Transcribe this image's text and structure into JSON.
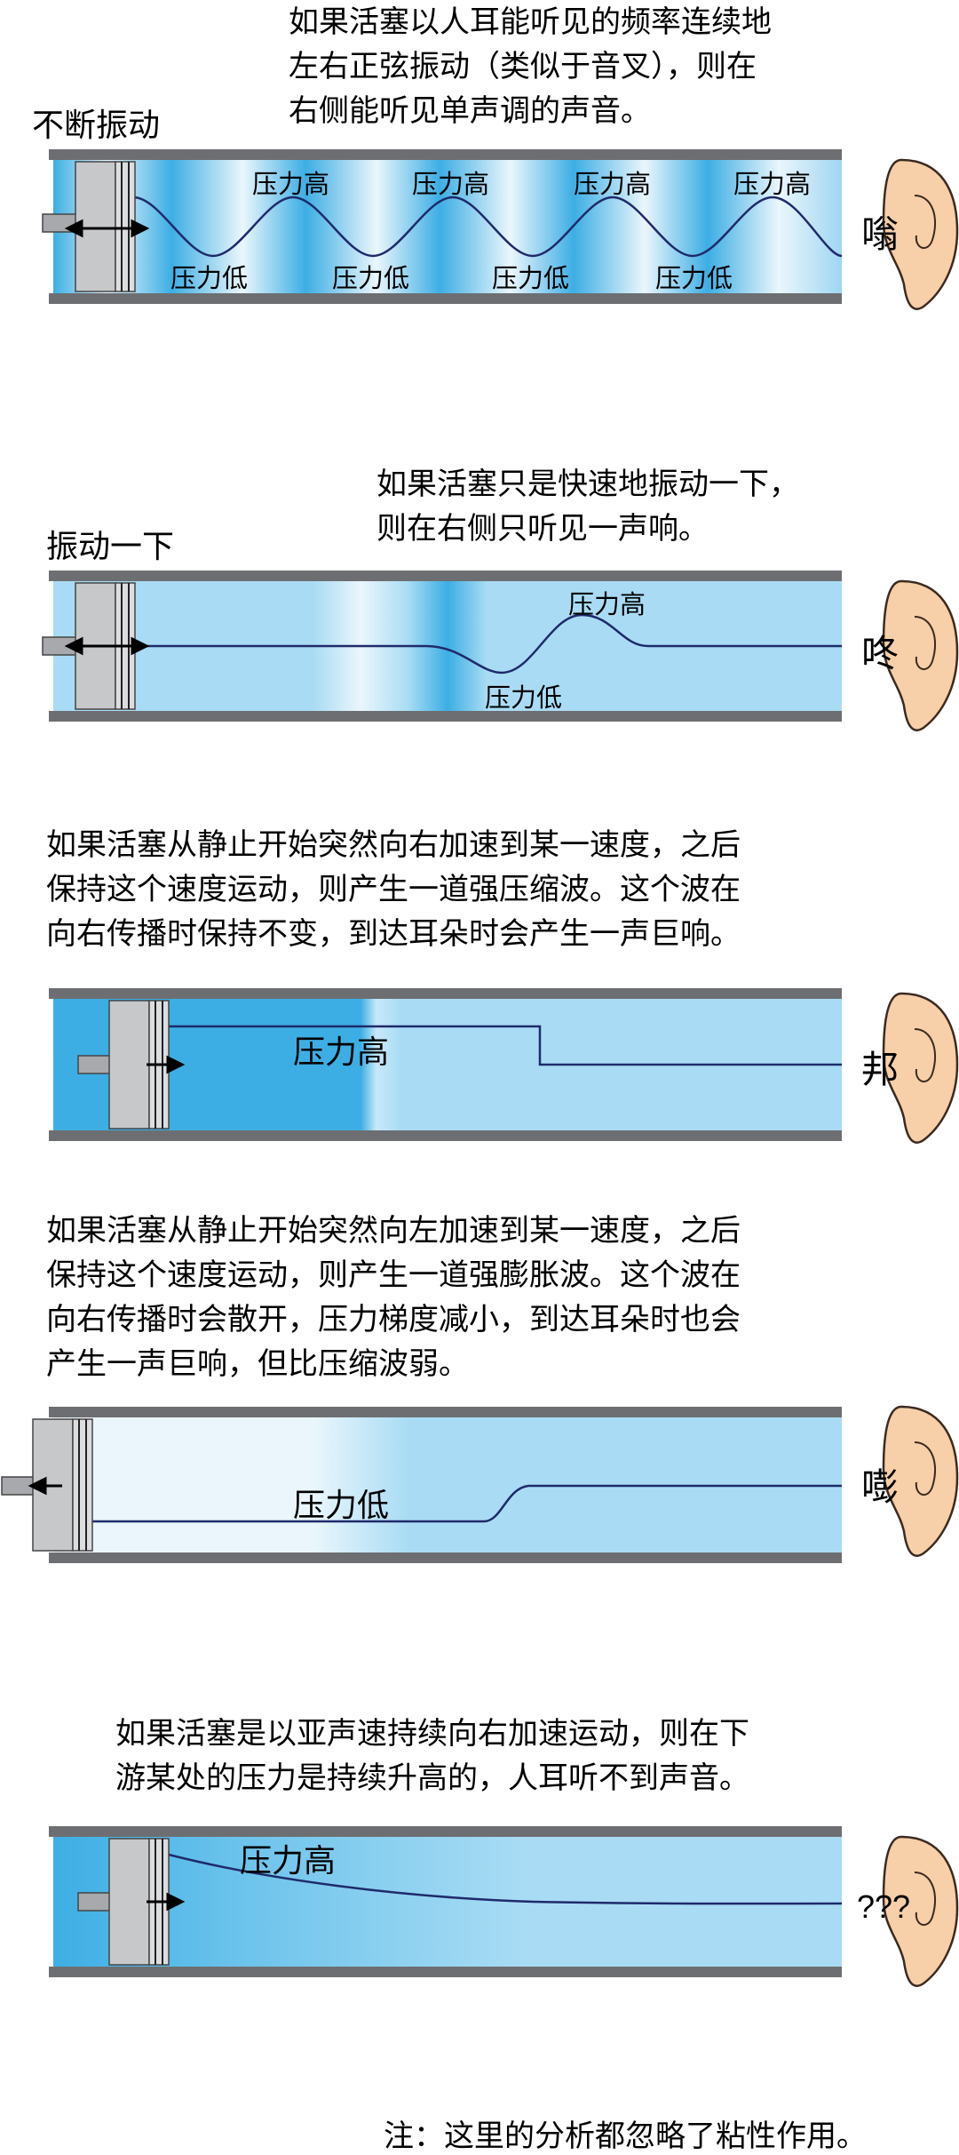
{
  "scenarios": [
    {
      "label": "不断振动",
      "caption_lines": [
        "如果活塞以人耳能听见的频率连续地",
        "左右正弦振动（类似于音叉），则在",
        "右侧能听见单声调的声音。"
      ],
      "high_label": "压力高",
      "low_label": "压力低",
      "sound": "嗡"
    },
    {
      "label": "振动一下",
      "caption_lines": [
        "如果活塞只是快速地振动一下，",
        "则在右侧只听见一声响。"
      ],
      "high_label": "压力高",
      "low_label": "压力低",
      "sound": "咚"
    },
    {
      "caption_lines": [
        "如果活塞从静止开始突然向右加速到某一速度，之后",
        "保持这个速度运动，则产生一道强压缩波。这个波在",
        "向右传播时保持不变，到达耳朵时会产生一声巨响。"
      ],
      "high_label": "压力高",
      "sound": "邦"
    },
    {
      "caption_lines": [
        "如果活塞从静止开始突然向左加速到某一速度，之后",
        "保持这个速度运动，则产生一道强膨胀波。这个波在",
        "向右传播时会散开，压力梯度减小，到达耳朵时也会",
        "产生一声巨响，但比压缩波弱。"
      ],
      "low_label": "压力低",
      "sound": "嘭"
    },
    {
      "caption_lines": [
        "如果活塞是以亚声速持续向右加速运动，则在下",
        "游某处的压力是持续升高的，人耳听不到声音。"
      ],
      "high_label": "压力高",
      "sound": "???"
    }
  ],
  "note": "注：这里的分析都忽略了粘性作用。",
  "colors": {
    "tube_light": "#a9dcf4",
    "tube_dark": "#3daee4",
    "tube_pale": "#eaf6fc",
    "wall": "#6d6e71",
    "wave_line": "#1f2a6b",
    "ear": "#f7cfa8",
    "ear_line": "#3b2a20"
  }
}
